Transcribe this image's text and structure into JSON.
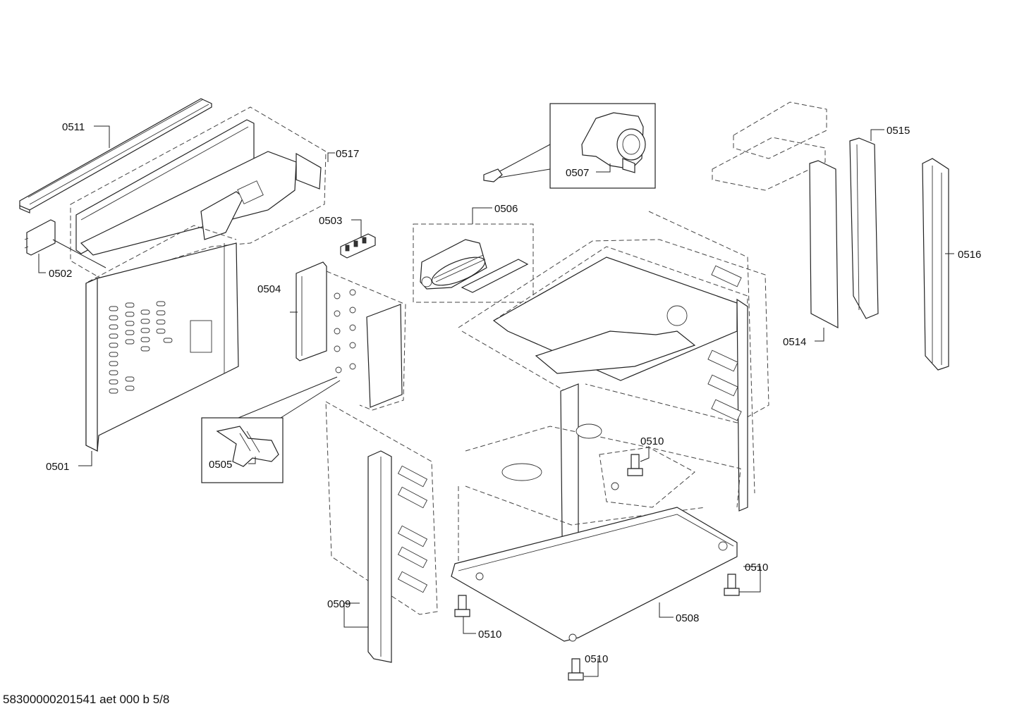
{
  "diagram": {
    "part_labels": {
      "p0501": "0501",
      "p0502": "0502",
      "p0503": "0503",
      "p0504": "0504",
      "p0505": "0505",
      "p0506": "0506",
      "p0507": "0507",
      "p0508": "0508",
      "p0509": "0509",
      "p0510a": "0510",
      "p0510b": "0510",
      "p0510c": "0510",
      "p0510d": "0510",
      "p0511": "0511",
      "p0514": "0514",
      "p0515": "0515",
      "p0516": "0516",
      "p0517": "0517"
    },
    "footer": "58300000201541 aet 000 b 5/8"
  }
}
